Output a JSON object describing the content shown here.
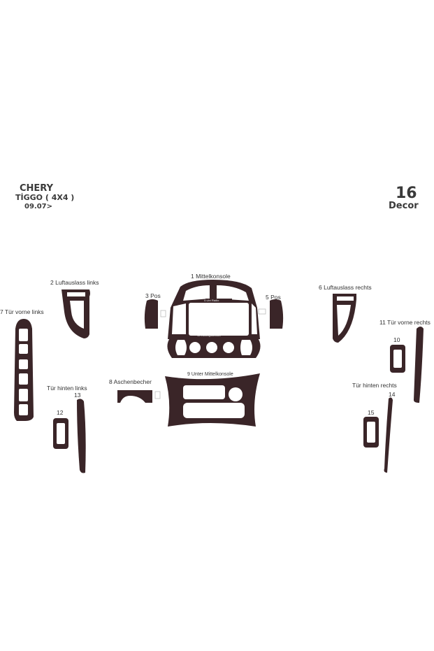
{
  "header": {
    "brand": "CHERY",
    "model": "TİGGO ( 4X4 )",
    "date": "09.07>",
    "set_count": "16",
    "set_type": "Decor"
  },
  "parts": {
    "p1": "1  Mittelkonsole",
    "p2": "2  Luftauslass links",
    "p3": "3  Pos",
    "p4": "4  Uhr Radio",
    "p5": "5  Pos",
    "p6": "6  Luftauslass rechts",
    "p7": "7  Tür vorne links",
    "p8": "8  Aschenbecher",
    "p9": "9  Unter Mittelkonsole",
    "p10": "10",
    "p11": "11 Tür vorne rechts",
    "p12": "12",
    "p13": "13",
    "p14": "14",
    "p15": "15",
    "p16": "16 Luftungsschlitze",
    "door_rear_left": "Tür hinten links",
    "door_rear_right": "Tür hinten rechts"
  },
  "colors": {
    "wood": "#3a2528",
    "background": "#ffffff",
    "text": "#333333"
  }
}
